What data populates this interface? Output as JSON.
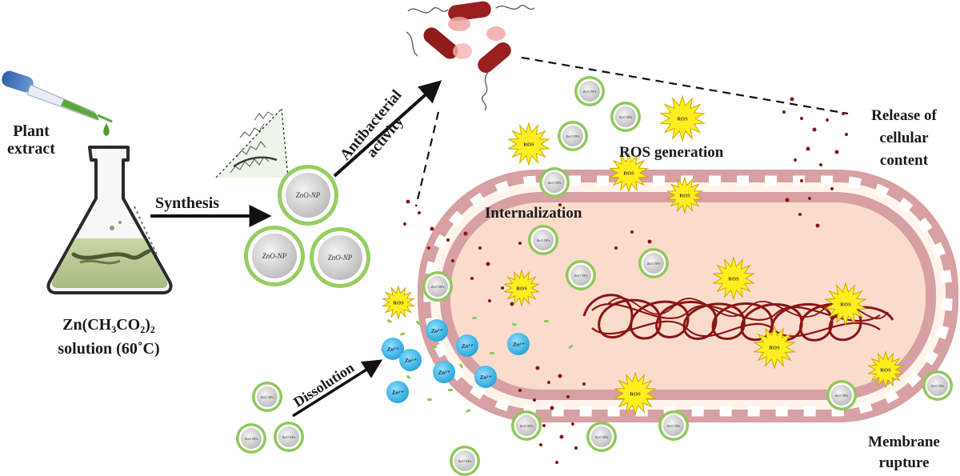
{
  "labels": {
    "plant_extract": "Plant\nextract",
    "precursor_line1": "Zn(CH₃CO₂)₂",
    "precursor_line2": "solution (60˚C)",
    "synthesis": "Synthesis",
    "antibacterial_line1": "Antibacterial",
    "antibacterial_line2": "activity",
    "ros_generation": "ROS generation",
    "release_line1": "Release of",
    "release_line2": "cellular",
    "release_line3": "content",
    "internalization": "Internalization",
    "dissolution": "Dissolution",
    "membrane_line1": "Membrane",
    "membrane_line2": "rupture"
  },
  "nanoparticle_label": "ZnO NPs",
  "synthesized_np_label": "ZnO-NP",
  "ros_label": "ROS",
  "ion_label": "Zn²⁺",
  "colors": {
    "membrane_fill": "#d49a9c",
    "cytoplasm": "#fbdccc",
    "dna": "#8b1414",
    "ros_star": "#ffee1e",
    "np_ring": "#8ec95a",
    "np_core": "#cfcfcf",
    "ion": "#34b5ea",
    "bacteria": "#9a1f1f",
    "arrow": "#111111"
  }
}
